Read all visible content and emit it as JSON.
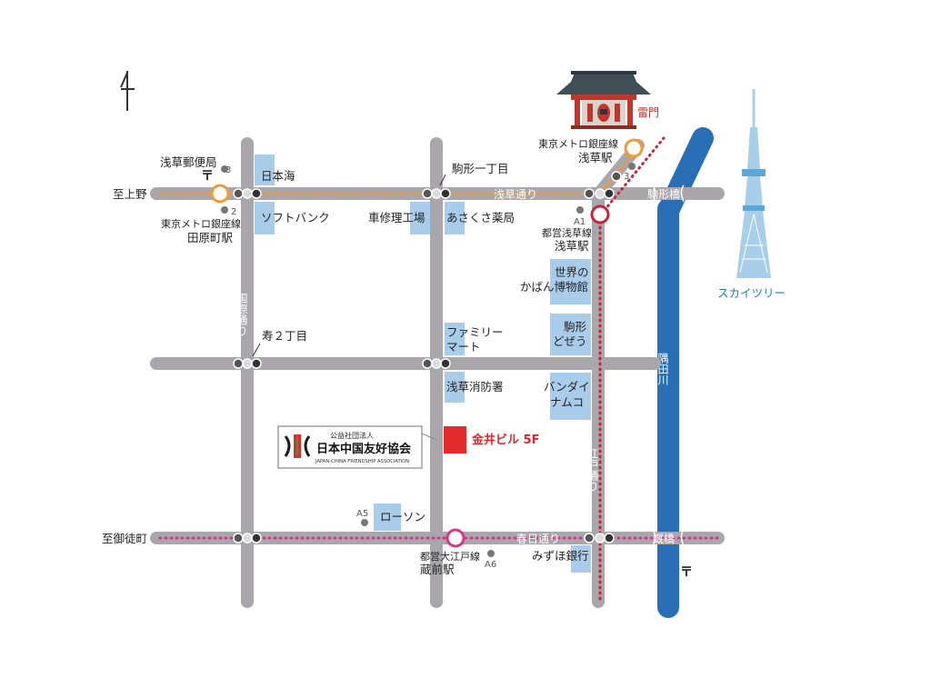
{
  "compass": {
    "north_symbol": "N-arrow",
    "north_letter": ""
  },
  "colors": {
    "road": "#a9a7ab",
    "river": "#2a6fb6",
    "metro_ginza": "#f19a38",
    "toei_asakusa": "#c7243a",
    "toei_oedo": "#d5388a",
    "building": "#a8cce9",
    "office": "#e22b2a",
    "skytree": "#a8cfe9",
    "kaminarimon_roof": "#3f4f55",
    "kaminarimon_body": "#c0362c"
  },
  "roads": {
    "asakusa_dori": "浅草通り",
    "kokusai_dori": "国際通り",
    "edo_dori": "江戸通り",
    "kasuga_dori": "春日通り"
  },
  "directions": {
    "to_ueno": "至上野",
    "to_okachimachi": "至御徒町"
  },
  "river": {
    "name": "隅田川"
  },
  "bridges": {
    "komagata": "駒形橋",
    "umaya": "厩橋"
  },
  "intersections": {
    "komagata_1chome": "駒形一丁目",
    "kotobuki_2chome": "寿２丁目"
  },
  "stations": {
    "tawaramachi": {
      "line": "東京メトロ銀座線",
      "name": "田原町駅",
      "exit_3": "3",
      "exit_2": "2"
    },
    "asakusa_ginza": {
      "line": "東京メトロ銀座線",
      "name": "浅草駅",
      "exit": "3"
    },
    "asakusa_toei": {
      "line": "都営浅草線",
      "name": "浅草駅",
      "exit": "A1"
    },
    "kuramae": {
      "line": "都営大江戸線",
      "name": "蔵前駅",
      "exit_a5": "A5",
      "exit_a6": "A6"
    }
  },
  "post_office": {
    "label": "浅草郵便局",
    "symbol": "〒"
  },
  "post_symbol_2": "〒",
  "landmarks": {
    "nihonkai": "日本海",
    "softbank": "ソフトバンク",
    "repair_shop": "車修理工場",
    "pharmacy": "あさくさ薬局",
    "bag_museum_1": "世界の",
    "bag_museum_2": "かばん博物館",
    "komagata_dozeu_1": "駒形",
    "komagata_dozeu_2": "どぜう",
    "familymart_1": "ファミリー",
    "familymart_2": "マート",
    "fire_station": "浅草消防署",
    "bandai_1": "バンダイ",
    "bandai_2": "ナムコ",
    "lawson": "ローソン",
    "mizuho": "みずほ銀行",
    "kaminarimon": "雷門",
    "skytree": "スカイツリー"
  },
  "destination": {
    "label": "金井ビル 5F"
  },
  "association": {
    "small": "公益社団法人",
    "name": "日本中国友好協会",
    "english": "JAPAN-CHINA FRIENDSHIP ASSOCIATION"
  }
}
